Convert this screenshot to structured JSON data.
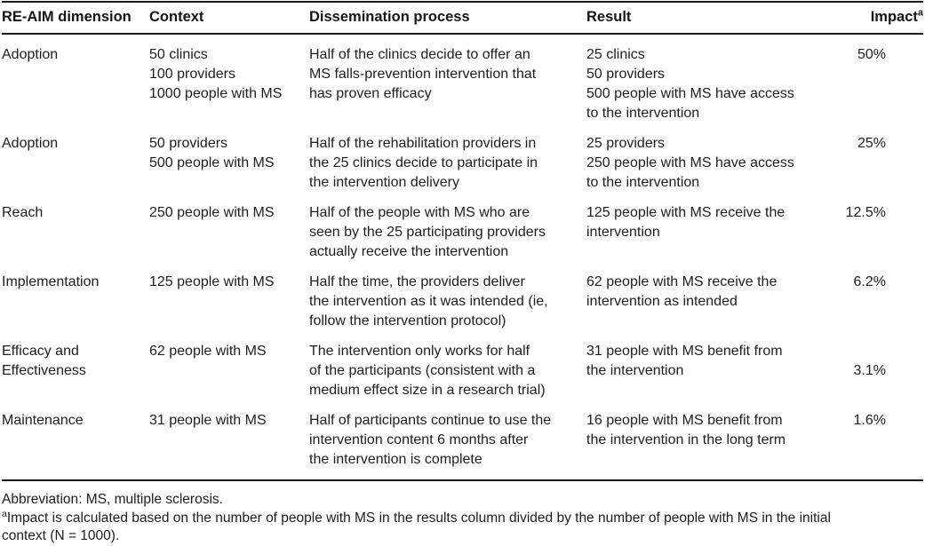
{
  "colors": {
    "background": "#ffffff",
    "text": "#1e1e1e",
    "rule": "#1a1a1a"
  },
  "table": {
    "columns": [
      "RE-AIM dimension",
      "Context",
      "Dissemination process",
      "Result",
      "Impact"
    ],
    "impact_note_marker": "a",
    "rows": [
      {
        "dimension": "Adoption",
        "context": "50 clinics\n100 providers\n1000 people with MS",
        "process": "Half of the clinics decide to offer an\nMS falls-prevention intervention that\nhas proven efficacy",
        "result": "25 clinics\n50 providers\n500 people with MS have access\nto the intervention",
        "impact": "50%"
      },
      {
        "dimension": "Adoption",
        "context": "50 providers\n500 people with MS",
        "process": "Half of the rehabilitation providers in\nthe 25 clinics decide to participate in\nthe intervention delivery",
        "result": "25 providers\n250 people with MS have access\nto the intervention",
        "impact": "25%"
      },
      {
        "dimension": "Reach",
        "context": "250 people with MS",
        "process": "Half of the people with MS who are\nseen by the 25 participating providers\nactually receive the intervention",
        "result": "125 people with MS receive the\nintervention",
        "impact": "12.5%"
      },
      {
        "dimension": "Implementation",
        "context": "125 people with MS",
        "process": "Half the time, the providers deliver\nthe intervention as it was intended (ie,\nfollow the intervention protocol)",
        "result": "62 people with MS receive the\nintervention as intended",
        "impact": "6.2%"
      },
      {
        "dimension": "Efficacy and\nEffectiveness",
        "context": "62 people with MS",
        "process": "The intervention only works for half\nof the participants (consistent with a\nmedium effect size in a research trial)",
        "result": "31 people with MS benefit from\nthe intervention",
        "impact": "3.1%"
      },
      {
        "dimension": "Maintenance",
        "context": "31 people with MS",
        "process": "Half of participants continue to use the\nintervention content 6 months after\nthe intervention is complete",
        "result": "16 people with MS benefit from\nthe intervention in the long term",
        "impact": "1.6%"
      }
    ]
  },
  "footnotes": {
    "abbreviation": "Abbreviation: MS, multiple sclerosis.",
    "marker": "a",
    "impact_note": "Impact is calculated based on the number of people with MS in the results column divided by the number of people with MS in the initial\ncontext (N = 1000)."
  }
}
